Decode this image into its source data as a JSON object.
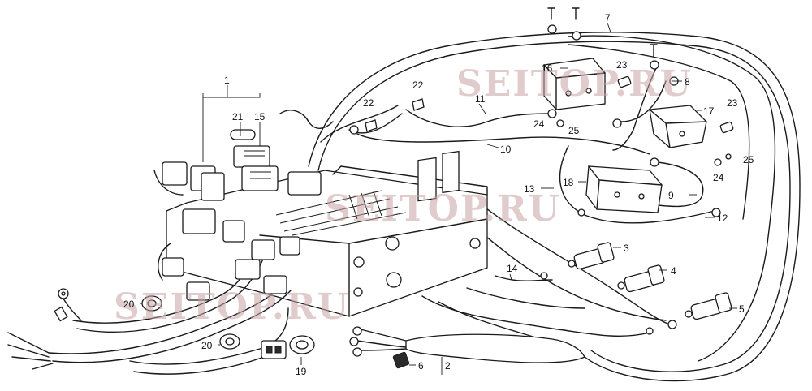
{
  "watermark": {
    "text": "SEITOP.RU",
    "color": "#c9a3a6"
  },
  "callouts": [
    {
      "id": "c1",
      "label": "1"
    },
    {
      "id": "c21",
      "label": "21"
    },
    {
      "id": "c15",
      "label": "15"
    },
    {
      "id": "c2",
      "label": "2"
    },
    {
      "id": "c3",
      "label": "3"
    },
    {
      "id": "c4",
      "label": "4"
    },
    {
      "id": "c5",
      "label": "5"
    },
    {
      "id": "c6",
      "label": "6"
    },
    {
      "id": "c7",
      "label": "7"
    },
    {
      "id": "c8",
      "label": "8"
    },
    {
      "id": "c9",
      "label": "9"
    },
    {
      "id": "c10",
      "label": "10"
    },
    {
      "id": "c11",
      "label": "11"
    },
    {
      "id": "c12",
      "label": "12"
    },
    {
      "id": "c13",
      "label": "13"
    },
    {
      "id": "c14",
      "label": "14"
    },
    {
      "id": "c16",
      "label": "16"
    },
    {
      "id": "c17",
      "label": "17"
    },
    {
      "id": "c18",
      "label": "18"
    },
    {
      "id": "c19",
      "label": "19"
    },
    {
      "id": "c20a",
      "label": "20"
    },
    {
      "id": "c20b",
      "label": "20"
    },
    {
      "id": "c22a",
      "label": "22"
    },
    {
      "id": "c22b",
      "label": "22"
    },
    {
      "id": "c23a",
      "label": "23"
    },
    {
      "id": "c23b",
      "label": "23"
    },
    {
      "id": "c24a",
      "label": "24"
    },
    {
      "id": "c24b",
      "label": "24"
    },
    {
      "id": "c25a",
      "label": "25"
    },
    {
      "id": "c25b",
      "label": "25"
    }
  ]
}
